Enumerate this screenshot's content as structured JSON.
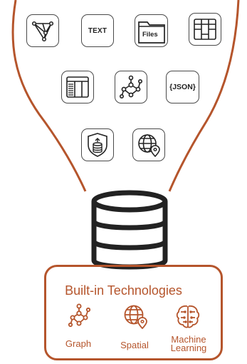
{
  "tiles": {
    "text_label": "TEXT",
    "files_label": "Files",
    "json_label": "{JSON}"
  },
  "built_in": {
    "title": "Built-in Technologies",
    "items": [
      {
        "label": "Graph",
        "icon": "graph-icon"
      },
      {
        "label": "Spatial",
        "icon": "globe-icon"
      },
      {
        "label": "Machine Learning",
        "icon": "brain-icon"
      }
    ]
  },
  "colors": {
    "accent": "#b5552c",
    "outline": "#4a4a4a",
    "database": "#222222"
  }
}
